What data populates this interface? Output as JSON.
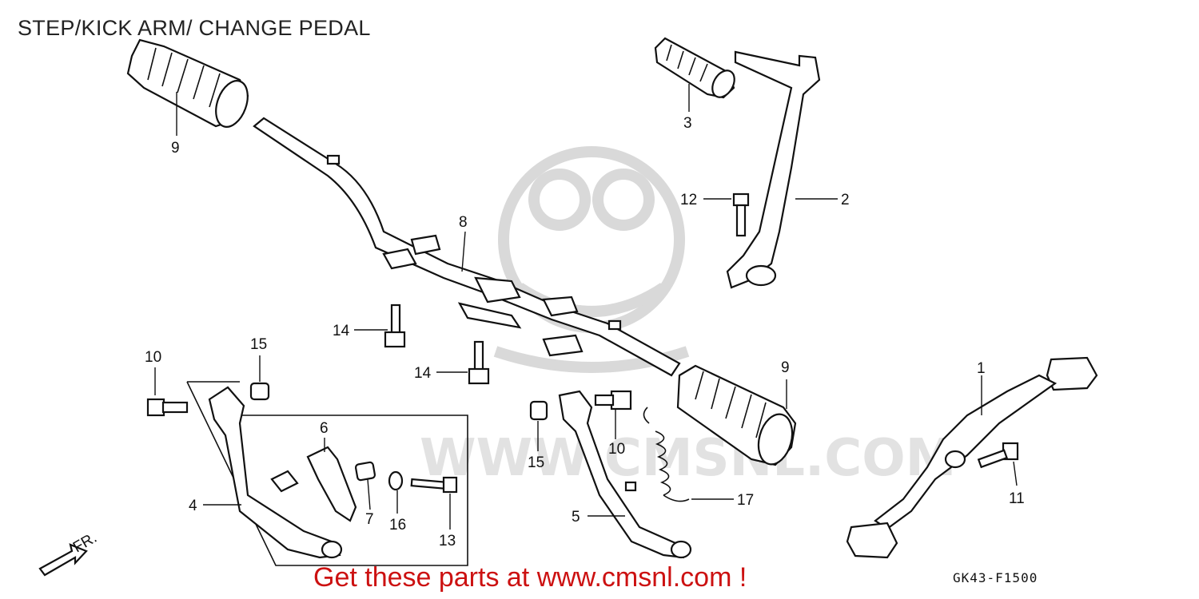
{
  "title": "STEP/KICK ARM/ CHANGE PEDAL",
  "footer_text": "Get these parts at www.cmsnl.com !",
  "diagram_code": "GK43-F1500",
  "watermark_text": "WWW.CMSNL.COM",
  "direction_label": "FR.",
  "colors": {
    "footer": "#cc1111",
    "line": "#111111",
    "watermark": "#d9d9d9"
  },
  "callouts": [
    {
      "id": "1"
    },
    {
      "id": "2"
    },
    {
      "id": "3"
    },
    {
      "id": "4"
    },
    {
      "id": "5"
    },
    {
      "id": "6"
    },
    {
      "id": "7"
    },
    {
      "id": "8"
    },
    {
      "id": "9"
    },
    {
      "id": "9"
    },
    {
      "id": "10"
    },
    {
      "id": "10"
    },
    {
      "id": "11"
    },
    {
      "id": "12"
    },
    {
      "id": "13"
    },
    {
      "id": "14"
    },
    {
      "id": "14"
    },
    {
      "id": "15"
    },
    {
      "id": "15"
    },
    {
      "id": "16"
    },
    {
      "id": "17"
    }
  ]
}
